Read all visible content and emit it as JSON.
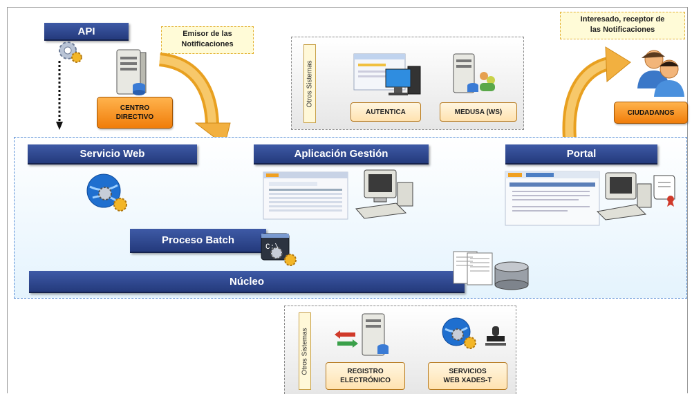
{
  "api": {
    "label": "API"
  },
  "emitter_note": {
    "line1": "Emisor de las",
    "line2": "Notificaciones"
  },
  "recipient_note": {
    "line1": "Interesado, receptor de",
    "line2": "las Notificaciones"
  },
  "centro_directivo": {
    "line1": "CENTRO",
    "line2": "DIRECTIVO"
  },
  "ciudadanos": {
    "label": "CIUDADANOS"
  },
  "top_systems": {
    "side_label": "Otros Sistemas",
    "autentica": "AUTENTICA",
    "medusa": "MEDUSA (WS)"
  },
  "bottom_systems": {
    "side_label": "Otros Sistemas",
    "registro_line1": "REGISTRO",
    "registro_line2": "ELECTRÓNICO",
    "servicios_line1": "SERVICIOS",
    "servicios_line2": "WEB XADES-T"
  },
  "modules": {
    "servicio_web": "Servicio Web",
    "aplicacion_gestion": "Aplicación Gestión",
    "portal": "Portal",
    "proceso_batch": "Proceso Batch",
    "nucleo": "Núcleo"
  },
  "colors": {
    "navy": "#2c4487",
    "orange": "#f39323",
    "note_bg": "#fffbd7",
    "zone_border": "#5a8fd6"
  },
  "icons": [
    "gear-icon",
    "server-icon",
    "globe-gear-icon",
    "computer-icon",
    "users-icon",
    "certificate-icon",
    "database-icon",
    "batch-console-icon",
    "stamp-icon",
    "exchange-arrows-icon"
  ]
}
